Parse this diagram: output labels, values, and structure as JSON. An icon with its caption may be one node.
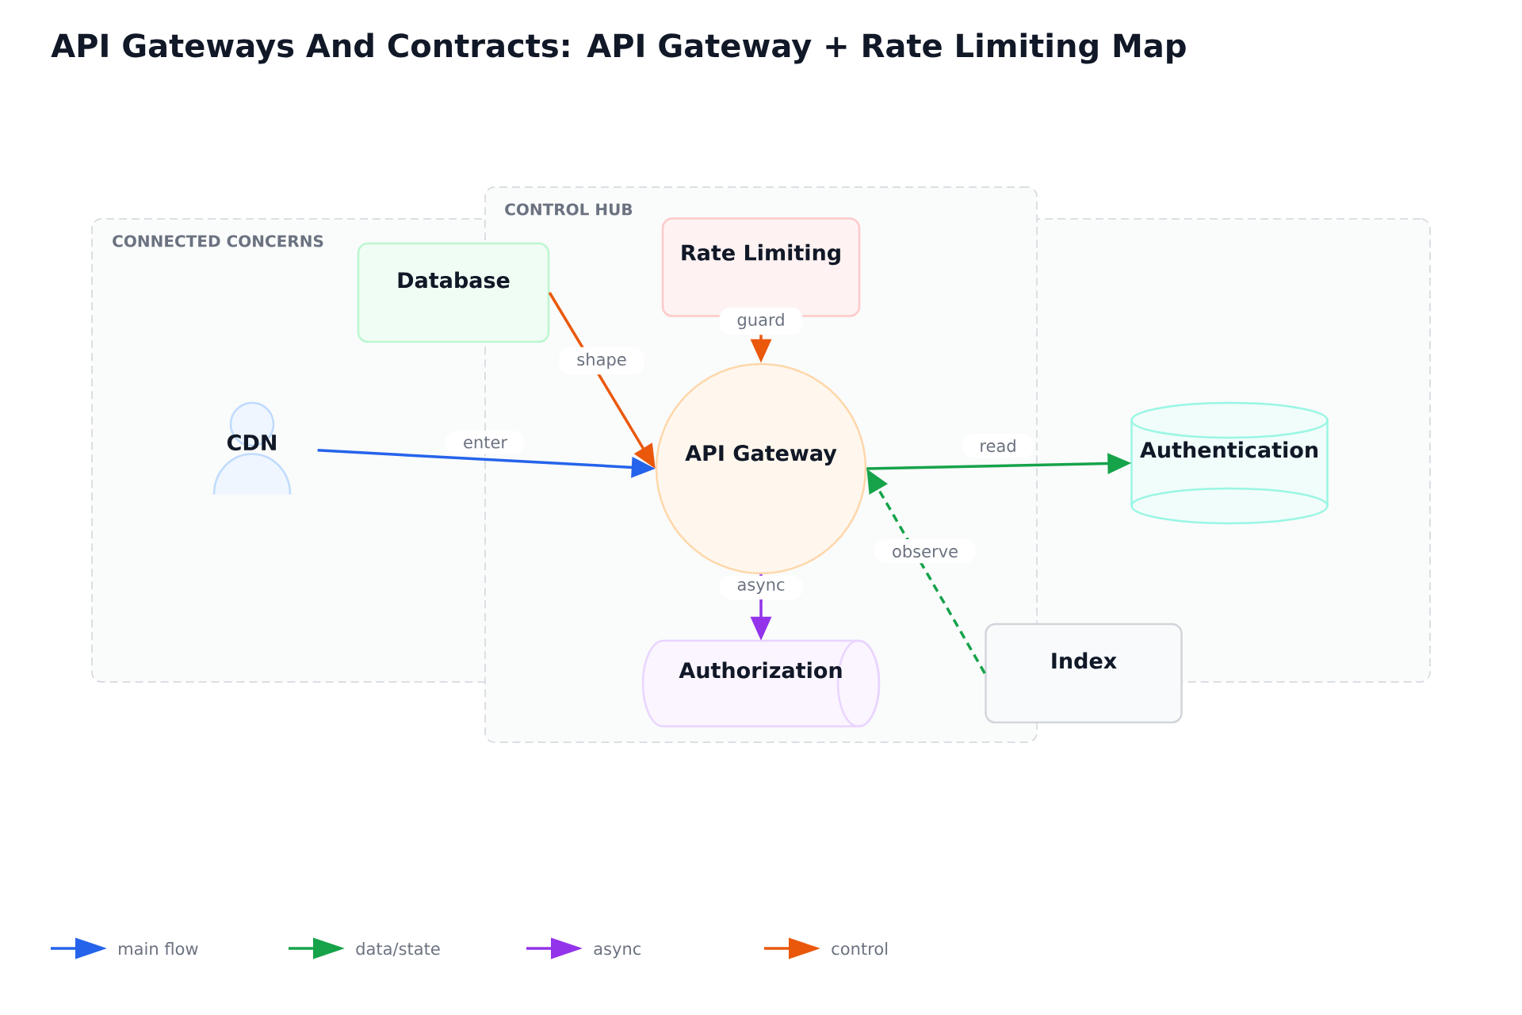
{
  "diagram": {
    "title": "API Gateways And Contracts: API Gateway + Rate Limiting Map",
    "nodes": [
      {
        "text": [
          "CONNECTED CONCERNS"
        ]
      },
      {
        "text": [
          "CONTROL HUB"
        ]
      },
      {
        "text": [
          "Database"
        ],
        "in": 0
      },
      {
        "text": [
          "Rate Limiting"
        ],
        "in": 1
      },
      {
        "text": [
          "CDN"
        ],
        "in": 0
      },
      {
        "text": [
          "API Gateway"
        ],
        "in": 1
      },
      {
        "text": [
          "Authentication"
        ],
        "in": 0
      },
      {
        "text": [
          "Authorization"
        ],
        "in": 1
      },
      {
        "text": [
          "Index"
        ]
      }
    ],
    "edges": [
      {
        "from": 4,
        "to": 5,
        "arrow": "to",
        "label": "enter",
        "color": "#2563eb"
      },
      {
        "from": 2,
        "to": 5,
        "arrow": "to",
        "label": "shape",
        "color": "#ea580c"
      },
      {
        "from": 3,
        "to": 5,
        "arrow": "to",
        "label": "guard",
        "color": "#ea580c"
      },
      {
        "from": 5,
        "to": 6,
        "arrow": "to",
        "label": "read",
        "color": "#16a34a"
      },
      {
        "from": 8,
        "to": 5,
        "arrow": "to",
        "label": "observe",
        "style": "dashed",
        "color": "#16a34a"
      },
      {
        "from": 5,
        "to": 7,
        "arrow": "to",
        "label": "async",
        "color": "#9333ea"
      }
    ],
    "legend": [
      {
        "text": "main flow",
        "color": "#2563eb"
      },
      {
        "text": "data/state",
        "color": "#16a34a"
      },
      {
        "text": "async",
        "color": "#9333ea"
      },
      {
        "text": "control",
        "color": "#ea580c"
      }
    ]
  }
}
